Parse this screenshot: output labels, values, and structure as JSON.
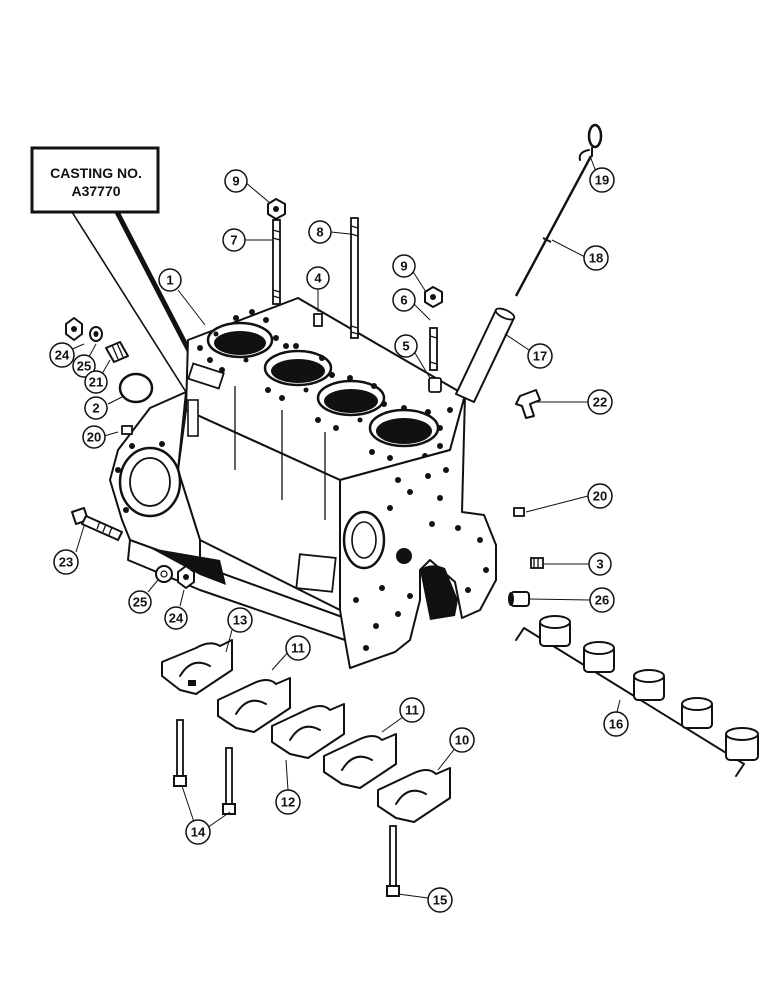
{
  "casting_box": {
    "line1": "CASTING NO.",
    "line2": "A37770"
  },
  "callouts": [
    {
      "id": "c9a",
      "label": "9"
    },
    {
      "id": "c7",
      "label": "7"
    },
    {
      "id": "c8",
      "label": "8"
    },
    {
      "id": "c4",
      "label": "4"
    },
    {
      "id": "c9b",
      "label": "9"
    },
    {
      "id": "c6",
      "label": "6"
    },
    {
      "id": "c5",
      "label": "5"
    },
    {
      "id": "c1",
      "label": "1"
    },
    {
      "id": "c19",
      "label": "19"
    },
    {
      "id": "c18",
      "label": "18"
    },
    {
      "id": "c17",
      "label": "17"
    },
    {
      "id": "c22",
      "label": "22"
    },
    {
      "id": "c24a",
      "label": "24"
    },
    {
      "id": "c25a",
      "label": "25"
    },
    {
      "id": "c21",
      "label": "21"
    },
    {
      "id": "c2",
      "label": "2"
    },
    {
      "id": "c20a",
      "label": "20"
    },
    {
      "id": "c23",
      "label": "23"
    },
    {
      "id": "c25b",
      "label": "25"
    },
    {
      "id": "c24b",
      "label": "24"
    },
    {
      "id": "c20b",
      "label": "20"
    },
    {
      "id": "c3",
      "label": "3"
    },
    {
      "id": "c26",
      "label": "26"
    },
    {
      "id": "c13",
      "label": "13"
    },
    {
      "id": "c11a",
      "label": "11"
    },
    {
      "id": "c11b",
      "label": "11"
    },
    {
      "id": "c10",
      "label": "10"
    },
    {
      "id": "c12",
      "label": "12"
    },
    {
      "id": "c14",
      "label": "14"
    },
    {
      "id": "c15",
      "label": "15"
    },
    {
      "id": "c16",
      "label": "16"
    }
  ]
}
